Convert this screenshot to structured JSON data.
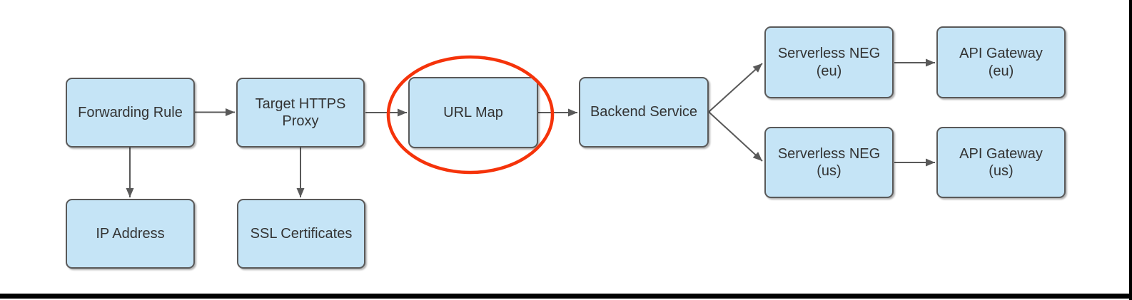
{
  "diagram": {
    "description": "Load balancer architecture flow diagram",
    "nodes": [
      {
        "id": "forwarding-rule",
        "label": "Forwarding Rule"
      },
      {
        "id": "target-https-proxy",
        "label": "Target HTTPS\nProxy"
      },
      {
        "id": "url-map",
        "label": "URL Map",
        "highlighted": true
      },
      {
        "id": "backend-service",
        "label": "Backend Service"
      },
      {
        "id": "serverless-neg-eu",
        "label": "Serverless NEG\n(eu)"
      },
      {
        "id": "api-gateway-eu",
        "label": "API Gateway\n(eu)"
      },
      {
        "id": "serverless-neg-us",
        "label": "Serverless NEG\n(us)"
      },
      {
        "id": "api-gateway-us",
        "label": "API Gateway\n(us)"
      },
      {
        "id": "ip-address",
        "label": "IP Address"
      },
      {
        "id": "ssl-certificates",
        "label": "SSL Certificates"
      }
    ],
    "edges": [
      {
        "from": "forwarding-rule",
        "to": "target-https-proxy"
      },
      {
        "from": "target-https-proxy",
        "to": "url-map"
      },
      {
        "from": "url-map",
        "to": "backend-service"
      },
      {
        "from": "backend-service",
        "to": "serverless-neg-eu"
      },
      {
        "from": "backend-service",
        "to": "serverless-neg-us"
      },
      {
        "from": "serverless-neg-eu",
        "to": "api-gateway-eu"
      },
      {
        "from": "serverless-neg-us",
        "to": "api-gateway-us"
      },
      {
        "from": "forwarding-rule",
        "to": "ip-address"
      },
      {
        "from": "target-https-proxy",
        "to": "ssl-certificates"
      }
    ],
    "annotations": [
      {
        "type": "ellipse-highlight",
        "target": "url-map"
      }
    ],
    "colors": {
      "node_fill": "#c5e4f6",
      "node_border": "#595959",
      "label_text": "#333333",
      "arrow": "#595959",
      "highlight": "#f5330a",
      "frame": "#000000"
    }
  }
}
